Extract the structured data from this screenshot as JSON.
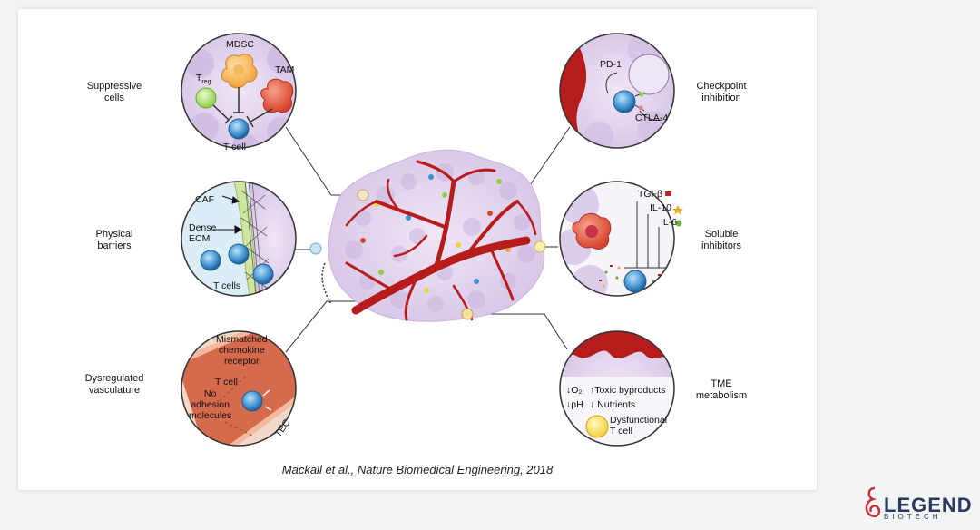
{
  "regions": {
    "suppressive": {
      "title_line1": "Suppressive",
      "title_line2": "cells",
      "mdsc": "MDSC",
      "treg_main": "T",
      "treg_sub": "reg",
      "tam": "TAM",
      "tcell": "T cell"
    },
    "physical": {
      "title_line1": "Physical",
      "title_line2": "barriers",
      "caf": "CAF",
      "dense_line1": "Dense",
      "dense_line2": "ECM",
      "tcells": "T cells"
    },
    "vasculature": {
      "title_line1": "Dysregulated",
      "title_line2": "vasculature",
      "mismatch_line1": "Mismatched",
      "mismatch_line2": "chemokine",
      "mismatch_line3": "receptor",
      "tcell": "T cell",
      "noadh_line1": "No",
      "noadh_line2": "adhesion",
      "noadh_line3": "molecules",
      "tec": "TEC"
    },
    "checkpoint": {
      "title_line1": "Checkpoint",
      "title_line2": "inhibition",
      "pd1": "PD-1",
      "ctla4": "CTLA-4"
    },
    "soluble": {
      "title_line1": "Soluble",
      "title_line2": "inhibitors",
      "tgfb": "TGFβ",
      "il10": "IL-10",
      "il6": "IL-6"
    },
    "tme": {
      "title_line1": "TME",
      "title_line2": "metabolism",
      "o2": "↓O₂",
      "toxic": "↑Toxic byproducts",
      "ph": "↓pH",
      "nutrients": "↓ Nutrients",
      "dys_line1": "Dysfunctional",
      "dys_line2": "T cell"
    }
  },
  "citation": "Mackall et al., Nature Biomedical Engineering, 2018",
  "logo": {
    "word": "LEGEND",
    "sub": "BIOTECH"
  },
  "colors": {
    "vessel_red": "#b71c1c",
    "tumor_lavender": "#e3d6ee",
    "tcell_blue": "#3b8fd0",
    "logo_navy": "#2a3a5c"
  }
}
